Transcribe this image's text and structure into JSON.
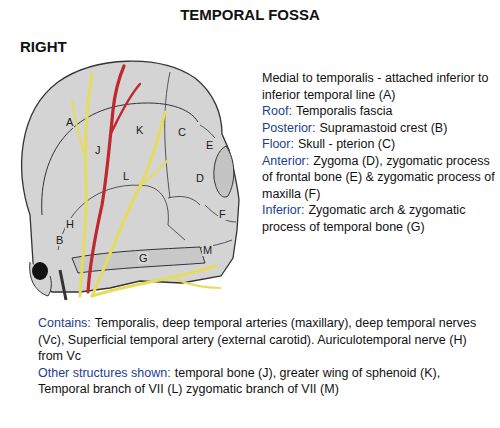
{
  "diagram": {
    "title": "TEMPORAL FOSSA",
    "labels": [
      "RIGHT",
      "A",
      "B",
      "C",
      "D",
      "E",
      "F",
      "G",
      "H",
      "J",
      "K",
      "L",
      "M",
      "Medial to temporalis - attached inferior to inferior temporal line  (A)",
      "Roof:",
      "Temporalis fascia",
      "Posterior:",
      "Supramastoid crest (B)",
      "Floor:",
      "Skull - pterion (C)",
      "Anterior:",
      "Zygoma (D), zygomatic process of frontal bone (E) & zygomatic process of maxilla (F)",
      "Inferior:",
      "Zygomatic arch & zygomatic process of temporal bone (G)",
      "Contains:",
      "Temporalis, deep temporal arteries (maxillary), deep temporal nerves (Vc), Superficial temporal artery (external carotid). Auriculotemporal nerve (H) from Vc",
      "Other structures shown:",
      "temporal bone (J), greater wing of sphenoid (K), Temporal branch of VII (L) zygomatic branch of VII (M)"
    ]
  }
}
